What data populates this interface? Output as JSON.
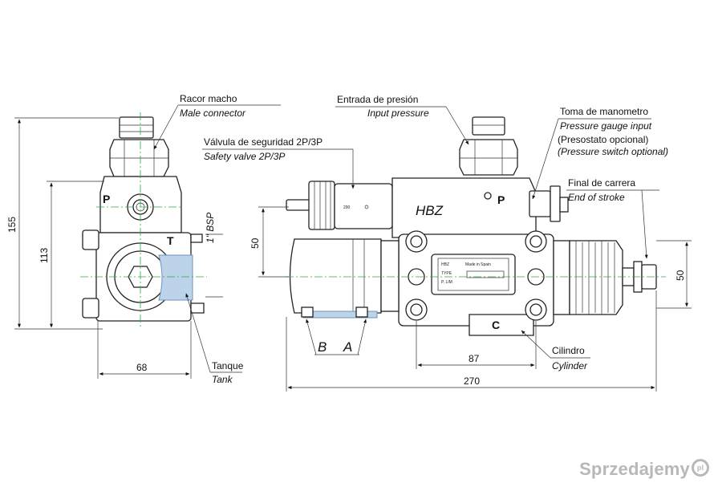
{
  "callouts": {
    "male_connector": {
      "es": "Racor macho",
      "en": "Male connector"
    },
    "safety_valve": {
      "es": "Válvula de seguridad 2P/3P",
      "en": "Safety valve 2P/3P"
    },
    "input_pressure": {
      "es": "Entrada de presión",
      "en": "Input pressure"
    },
    "gauge": {
      "es": "Toma de manometro",
      "en": "Pressure gauge input",
      "es2": "(Presostato opcional)",
      "en2": "(Pressure switch optional)"
    },
    "end_stroke": {
      "es": "Final de carrera",
      "en": "End of stroke"
    },
    "tank": {
      "es": "Tanque",
      "en": "Tank"
    },
    "cylinder": {
      "es": "Cilindro",
      "en": "Cylinder"
    }
  },
  "ports": {
    "P_left": "P",
    "T": "T",
    "P_right": "P",
    "C": "C",
    "B": "B",
    "A": "A"
  },
  "thread": "1\" BSP",
  "dimensions": {
    "d155": "155",
    "d113": "113",
    "d68": "68",
    "d50_left": "50",
    "d50_right": "50",
    "d87": "87",
    "d270": "270"
  },
  "valve_marking": "290",
  "brand_mark": "HBZ",
  "nameplate": {
    "brand": "HBZ",
    "line1": "Made in Spain",
    "type_label": "TYPE",
    "ratio_label": "P. LIM"
  },
  "watermark": {
    "text": "Sprzedajemy",
    "mark": "pl",
    "color": "#a0a0a0"
  },
  "colors": {
    "centerline": "#27a84a",
    "hatch": "#bcd3ea"
  }
}
